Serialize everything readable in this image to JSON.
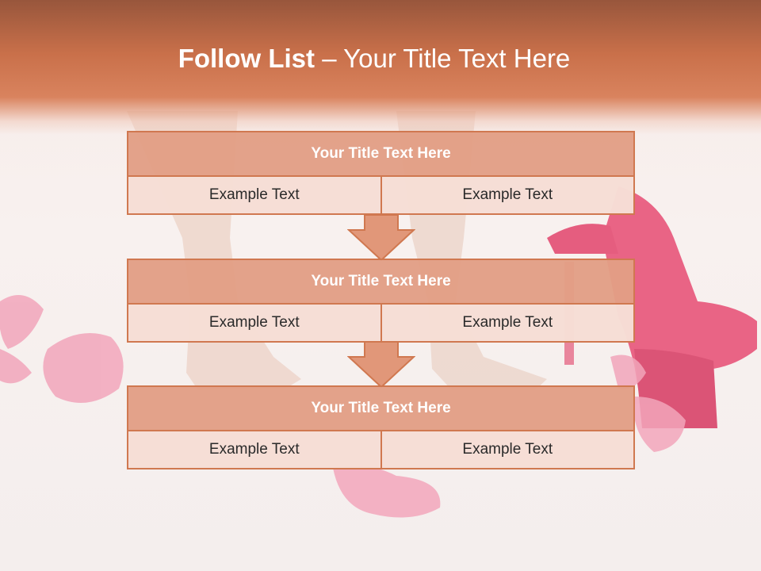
{
  "slide": {
    "title_bold": "Follow List",
    "title_rest": " – Your Title Text Here",
    "blocks": [
      {
        "title": "Your Title Text Here",
        "left": "Example Text",
        "right": "Example Text"
      },
      {
        "title": "Your Title Text Here",
        "left": "Example Text",
        "right": "Example Text"
      },
      {
        "title": "Your Title Text Here",
        "left": "Example Text",
        "right": "Example Text"
      }
    ]
  },
  "colors": {
    "header_top": "#98563c",
    "header_mid": "#d9835e",
    "accent_border": "#d07850",
    "block_head_fill": "#dc8c6e",
    "cell_fill": "#f6ded6"
  }
}
